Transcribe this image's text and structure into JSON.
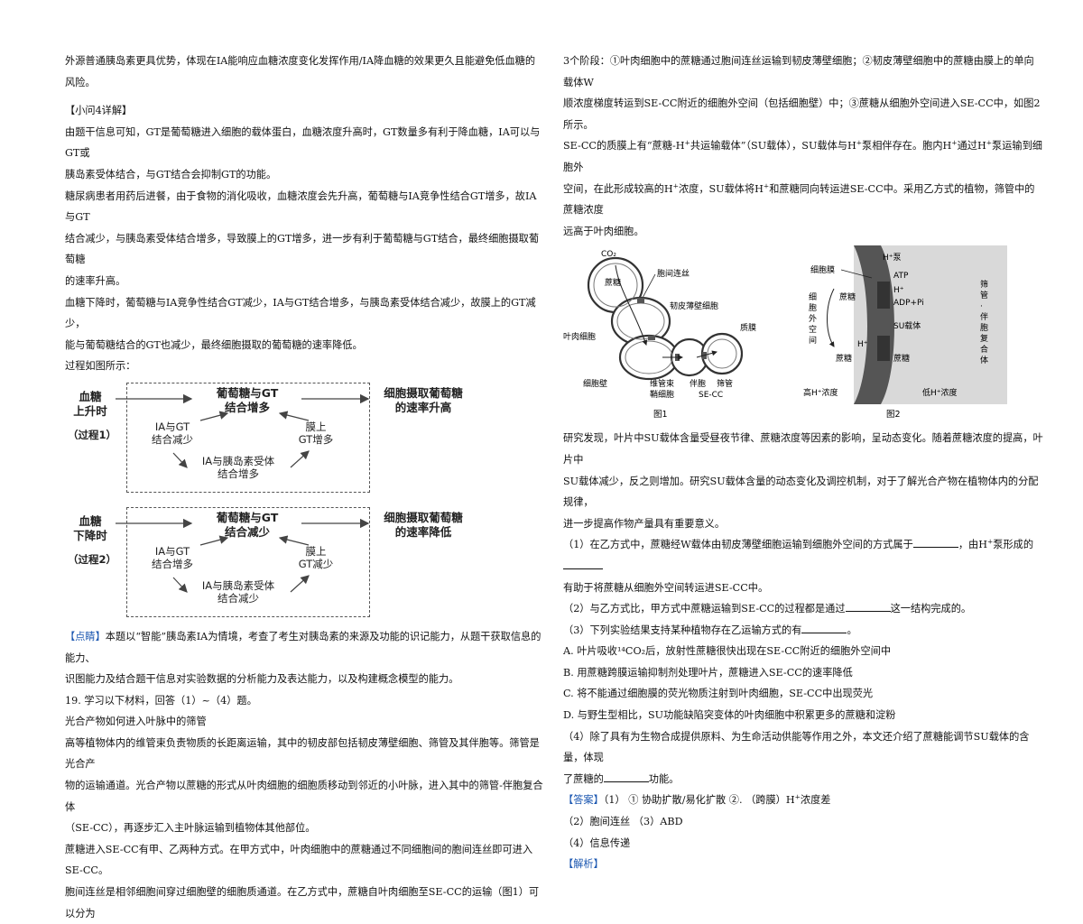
{
  "left": {
    "line1": "外源普通胰岛素更具优势，体现在IA能响应血糖浓度变化发挥作用/IA降血糖的效果更久且能避免低血糖的风险。",
    "heading4": "【小问4详解】",
    "p1a": "由题干信息可知，GT是葡萄糖进入细胞的载体蛋白，血糖浓度升高时，GT数量多有利于降血糖，IA可以与GT或",
    "p1b": "胰岛素受体结合，与GT结合会抑制GT的功能。",
    "p2a": "糖尿病患者用药后进餐，由于食物的消化吸收，血糖浓度会先升高，葡萄糖与IA竞争性结合GT增多，故IA与GT",
    "p2b": "结合减少，与胰岛素受体结合增多，导致膜上的GT增多，进一步有利于葡萄糖与GT结合，最终细胞摄取葡萄糖",
    "p2c": "的速率升高。",
    "p3a": "血糖下降时，葡萄糖与IA竞争性结合GT减少，IA与GT结合增多，与胰岛素受体结合减少，故膜上的GT减少，",
    "p3b": "能与葡萄糖结合的GT也减少，最终细胞摄取的葡萄糖的速率降低。",
    "p4": "过程如图所示：",
    "flow1": {
      "left1": "血糖",
      "left2": "上升时",
      "proc": "（过程1）",
      "top1": "葡萄糖与GT",
      "top2": "结合增多",
      "right1": "细胞摄取葡萄糖",
      "right2": "的速率升高",
      "m1a": "IA与GT",
      "m1b": "结合减少",
      "m2a": "膜上",
      "m2b": "GT增多",
      "b1": "IA与胰岛素受体",
      "b2": "结合增多"
    },
    "flow2": {
      "left1": "血糖",
      "left2": "下降时",
      "proc": "（过程2）",
      "top1": "葡萄糖与GT",
      "top2": "结合减少",
      "right1": "细胞摄取葡萄糖",
      "right2": "的速率降低",
      "m1a": "IA与GT",
      "m1b": "结合增多",
      "m2a": "膜上",
      "m2b": "GT减少",
      "b1": "IA与胰岛素受体",
      "b2": "结合减少"
    },
    "note_tag": "【点睛】",
    "note_a": "本题以“智能”胰岛素IA为情境，考查了考生对胰岛素的来源及功能的识记能力，从题干获取信息的能力、",
    "note_b": "识图能力及结合题干信息对实验数据的分析能力及表达能力，以及构建概念模型的能力。",
    "q19": "19. 学习以下材料，回答（1）~（4）题。",
    "title": "光合产物如何进入叶脉中的筛管",
    "m1a": "高等植物体内的维管束负责物质的长距离运输，其中的韧皮部包括韧皮薄壁细胞、筛管及其伴胞等。筛管是光合产",
    "m1b": "物的运输通道。光合产物以蔗糖的形式从叶肉细胞的细胞质移动到邻近的小叶脉，进入其中的筛管-伴胞复合体",
    "m1c": "（SE-CC），再逐步汇入主叶脉运输到植物体其他部位。",
    "m2a": "蔗糖进入SE-CC有甲、乙两种方式。在甲方式中，叶肉细胞中的蔗糖通过不同细胞间的胞间连丝即可进入SE-CC。",
    "m2b": "胞间连丝是相邻细胞间穿过细胞壁的细胞质通道。在乙方式中，蔗糖自叶肉细胞至SE-CC的运输（图1）可以分为"
  },
  "right": {
    "r1": "3个阶段：①叶肉细胞中的蔗糖通过胞间连丝运输到韧皮薄壁细胞；②韧皮薄壁细胞中的蔗糖由膜上的单向载体W",
    "r2": "顺浓度梯度转运到SE-CC附近的细胞外空间（包括细胞壁）中；③蔗糖从细胞外空间进入SE-CC中，如图2所示。",
    "r3a": "SE-CC的质膜上有“蔗糖-H",
    "r3sup": "+",
    "r3b": "共运输载体”（SU载体），SU载体与H",
    "r3sup2": "+",
    "r3c": "泵相伴存在。胞内H",
    "r3sup3": "+",
    "r3d": "通过H",
    "r3sup4": "+",
    "r3e": "泵运输到细胞外",
    "r4a": "空间，在此形成较高的H",
    "r4sup": "+",
    "r4b": "浓度，SU载体将H",
    "r4sup2": "+",
    "r4c": "和蔗糖同向转运进SE-CC中。采用乙方式的植物，筛管中的蔗糖浓度",
    "r5": "远高于叶肉细胞。",
    "fig1": {
      "co2": "CO₂",
      "sucrose": "蔗糖",
      "plasmodesma": "胞间连丝",
      "parenchyma": "韧皮薄壁细胞",
      "membrane": "质膜",
      "mesophyll": "叶肉细胞",
      "cellwall": "细胞壁",
      "sieve1": "筛管",
      "companion": "伴胞",
      "sieve2": "维管束",
      "sieve3": "鞘细胞",
      "secc": "SE-CC",
      "caption": "图1"
    },
    "fig2": {
      "hpump": "H⁺泵",
      "cm": "细胞膜",
      "atp": "ATP",
      "adp": "ADP+Pi",
      "hplus": "H⁺",
      "extra1": "细",
      "extra2": "胞",
      "extra3": "外",
      "extra4": "空",
      "extra5": "间",
      "sucrose1": "蔗糖",
      "su": "SU载体",
      "hplus2": "H⁺",
      "sucrose2": "蔗糖",
      "sucrose3": "蔗糖",
      "side": [
        "筛",
        "管",
        "·",
        "伴",
        "胞",
        "复",
        "合",
        "体"
      ],
      "high": "高H⁺浓度",
      "low": "低H⁺浓度",
      "caption": "图2"
    },
    "s1": "研究发现，叶片中SU载体含量受昼夜节律、蔗糖浓度等因素的影响，呈动态变化。随着蔗糖浓度的提高，叶片中",
    "s2": "SU载体减少，反之则增加。研究SU载体含量的动态变化及调控机制，对于了解光合产物在植物体内的分配规律，",
    "s3": "进一步提高作物产量具有重要意义。",
    "q1a": "（1）在乙方式中，蔗糖经W载体由韧皮薄壁细胞运输到细胞外空间的方式属于",
    "q1b": "，由H",
    "q1sup": "+",
    "q1c": "泵形成的",
    "q1d": "有助于将蔗糖从细胞外空间转运进SE-CC中。",
    "q2a": "（2）与乙方式比，甲方式中蔗糖运输到SE-CC的过程都是通过",
    "q2b": "这一结构完成的。",
    "q3a": "（3）下列实验结果支持某种植物存在乙运输方式的有",
    "q3b": "。",
    "optA": "A. 叶片吸收¹⁴CO₂后，放射性蔗糖很快出现在SE-CC附近的细胞外空间中",
    "optB": "B. 用蔗糖跨膜运输抑制剂处理叶片，蔗糖进入SE-CC的速率降低",
    "optC": "C. 将不能通过细胞膜的荧光物质注射到叶肉细胞，SE-CC中出现荧光",
    "optD": "D. 与野生型相比，SU功能缺陷突变体的叶肉细胞中积累更多的蔗糖和淀粉",
    "q4a": "（4）除了具有为生物合成提供原料、为生命活动供能等作用之外，本文还介绍了蔗糖能调节SU载体的含量，体现",
    "q4b": "了蔗糖的",
    "q4c": "功能。",
    "ans_tag": "【答案】",
    "ans1a": "（1）    ①  协助扩散/易化扩散      ②. （跨膜）H",
    "ans1sup": "+",
    "ans1b": "浓度差",
    "ans2": "（2）胞间连丝       （3）ABD",
    "ans4": "（4）信息传递",
    "jx_tag": "【解析】"
  }
}
